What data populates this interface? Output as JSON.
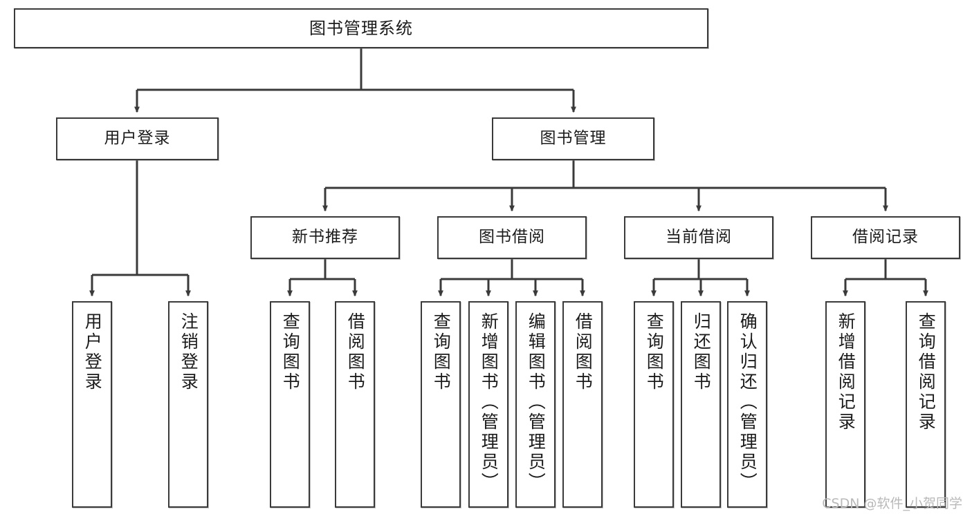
{
  "diagram": {
    "title_node": {
      "label": "图书管理系统"
    },
    "level2": [
      {
        "label": "用户登录"
      },
      {
        "label": "图书管理"
      }
    ],
    "level3": [
      {
        "label": "新书推荐"
      },
      {
        "label": "图书借阅"
      },
      {
        "label": "当前借阅"
      },
      {
        "label": "借阅记录"
      }
    ],
    "leaves": {
      "user_login": [
        {
          "label": "用户登录"
        },
        {
          "label": "注销登录"
        }
      ],
      "new_book": [
        {
          "label": "查询图书"
        },
        {
          "label": "借阅图书"
        }
      ],
      "book_borrow": [
        {
          "label": "查询图书"
        },
        {
          "label": "新增图书（管理员）"
        },
        {
          "label": "编辑图书（管理员）"
        },
        {
          "label": "借阅图书"
        }
      ],
      "current_borrow": [
        {
          "label": "查询图书"
        },
        {
          "label": "归还图书"
        },
        {
          "label": "确认归还（管理员）"
        }
      ],
      "borrow_record": [
        {
          "label": "新增借阅记录"
        },
        {
          "label": "查询借阅记录"
        }
      ]
    },
    "watermark": "CSDN @软件_小贺同学",
    "colors": {
      "stroke": "#3a3a3a",
      "background": "#ffffff",
      "text": "#1b1b1b",
      "watermark": "#b9b9b9"
    }
  }
}
